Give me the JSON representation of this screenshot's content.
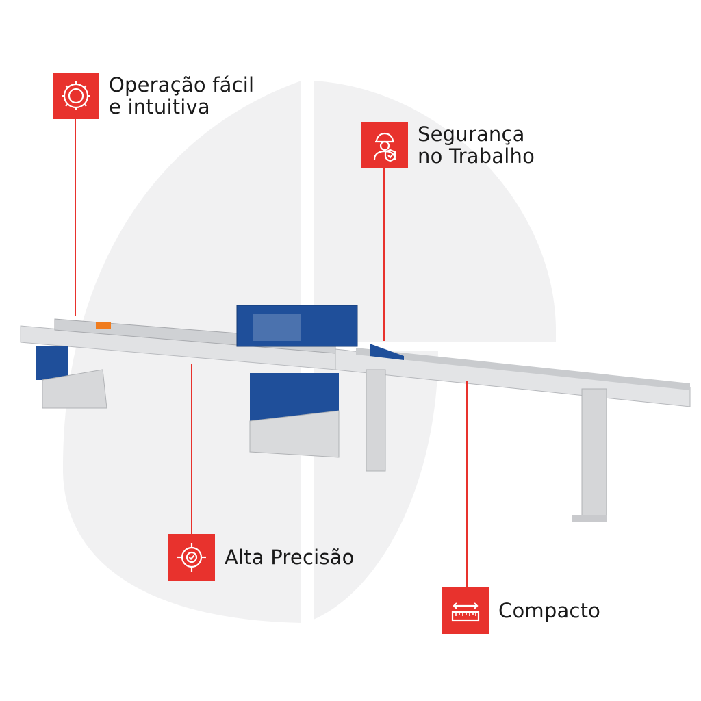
{
  "features": [
    {
      "id": "easy",
      "icon": "saw-blade-icon",
      "lines": [
        "Operação fácil",
        "e intuitiva"
      ]
    },
    {
      "id": "safety",
      "icon": "safety-worker-icon",
      "lines": [
        "Segurança",
        "no Trabalho"
      ]
    },
    {
      "id": "precision",
      "icon": "target-check-icon",
      "lines": [
        "Alta Precisão"
      ]
    },
    {
      "id": "compact",
      "icon": "ruler-measure-icon",
      "lines": [
        "Compacto"
      ]
    }
  ],
  "colors": {
    "accent": "#e8322d",
    "machine_blue": "#1f4f9a",
    "machine_gray": "#dedfe1",
    "background_shape": "#f1f1f2"
  }
}
